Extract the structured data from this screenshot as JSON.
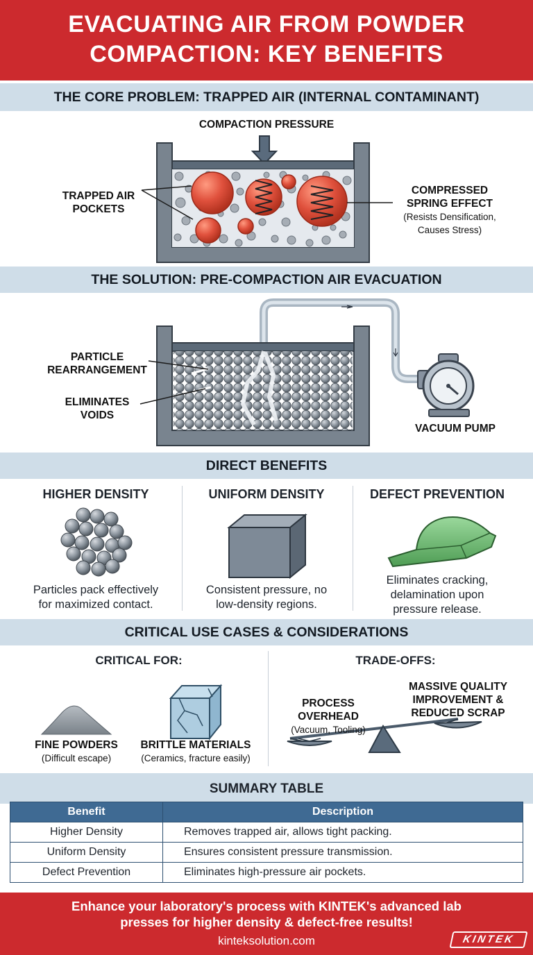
{
  "header": {
    "title_line1": "EVACUATING AIR FROM POWDER",
    "title_line2": "COMPACTION: KEY BENEFITS"
  },
  "problem": {
    "heading": "THE CORE PROBLEM: TRAPPED AIR (INTERNAL CONTAMINANT)",
    "pressure_label": "COMPACTION PRESSURE",
    "air_label_line1": "TRAPPED AIR",
    "air_label_line2": "POCKETS",
    "spring_label_line1": "COMPRESSED",
    "spring_label_line2": "SPRING EFFECT",
    "spring_sub_line1": "(Resists Densification,",
    "spring_sub_line2": "Causes Stress)"
  },
  "solution": {
    "heading": "THE SOLUTION: PRE-COMPACTION AIR EVACUATION",
    "rearrange_line1": "PARTICLE",
    "rearrange_line2": "REARRANGEMENT",
    "voids_line1": "ELIMINATES",
    "voids_line2": "VOIDS",
    "pump_label": "VACUUM PUMP"
  },
  "benefits": {
    "heading": "DIRECT BENEFITS",
    "items": [
      {
        "title": "HIGHER DENSITY",
        "desc_line1": "Particles pack effectively",
        "desc_line2": "for maximized contact."
      },
      {
        "title": "UNIFORM DENSITY",
        "desc_line1": "Consistent pressure, no",
        "desc_line2": "low-density regions."
      },
      {
        "title": "DEFECT PREVENTION",
        "desc_line1": "Eliminates cracking,",
        "desc_line2": "delamination upon",
        "desc_line3": "pressure release."
      }
    ]
  },
  "cases": {
    "heading": "CRITICAL USE CASES & CONSIDERATIONS",
    "critical_title": "CRITICAL FOR:",
    "fine_title": "FINE POWDERS",
    "fine_sub": "(Difficult escape)",
    "brittle_title": "BRITTLE MATERIALS",
    "brittle_sub": "(Ceramics, fracture easily)",
    "tradeoff_title": "TRADE-OFFS:",
    "overhead_line1": "PROCESS",
    "overhead_line2": "OVERHEAD",
    "overhead_sub": "(Vacuum, Tooling)",
    "quality_line1": "MASSIVE QUALITY",
    "quality_line2": "IMPROVEMENT &",
    "quality_line3": "REDUCED SCRAP"
  },
  "summary": {
    "heading": "SUMMARY TABLE",
    "columns": [
      "Benefit",
      "Description"
    ],
    "rows": [
      [
        "Higher Density",
        "Removes trapped air, allows tight packing."
      ],
      [
        "Uniform Density",
        "Ensures consistent pressure transmission."
      ],
      [
        "Defect Prevention",
        "Eliminates high-pressure air pockets."
      ]
    ]
  },
  "footer": {
    "cta_line1": "Enhance your laboratory's process with KINTEK's advanced lab",
    "cta_line2": "presses for higher density & defect-free results!",
    "url": "kinteksolution.com",
    "logo": "KINTEK"
  },
  "colors": {
    "brand_red": "#cc2a2e",
    "band_blue": "#cfdde8",
    "table_header": "#3f6a93",
    "air_pocket": "#e0513d",
    "mold_gray": "#6f7a85",
    "pad_green": "#6fbf73"
  }
}
